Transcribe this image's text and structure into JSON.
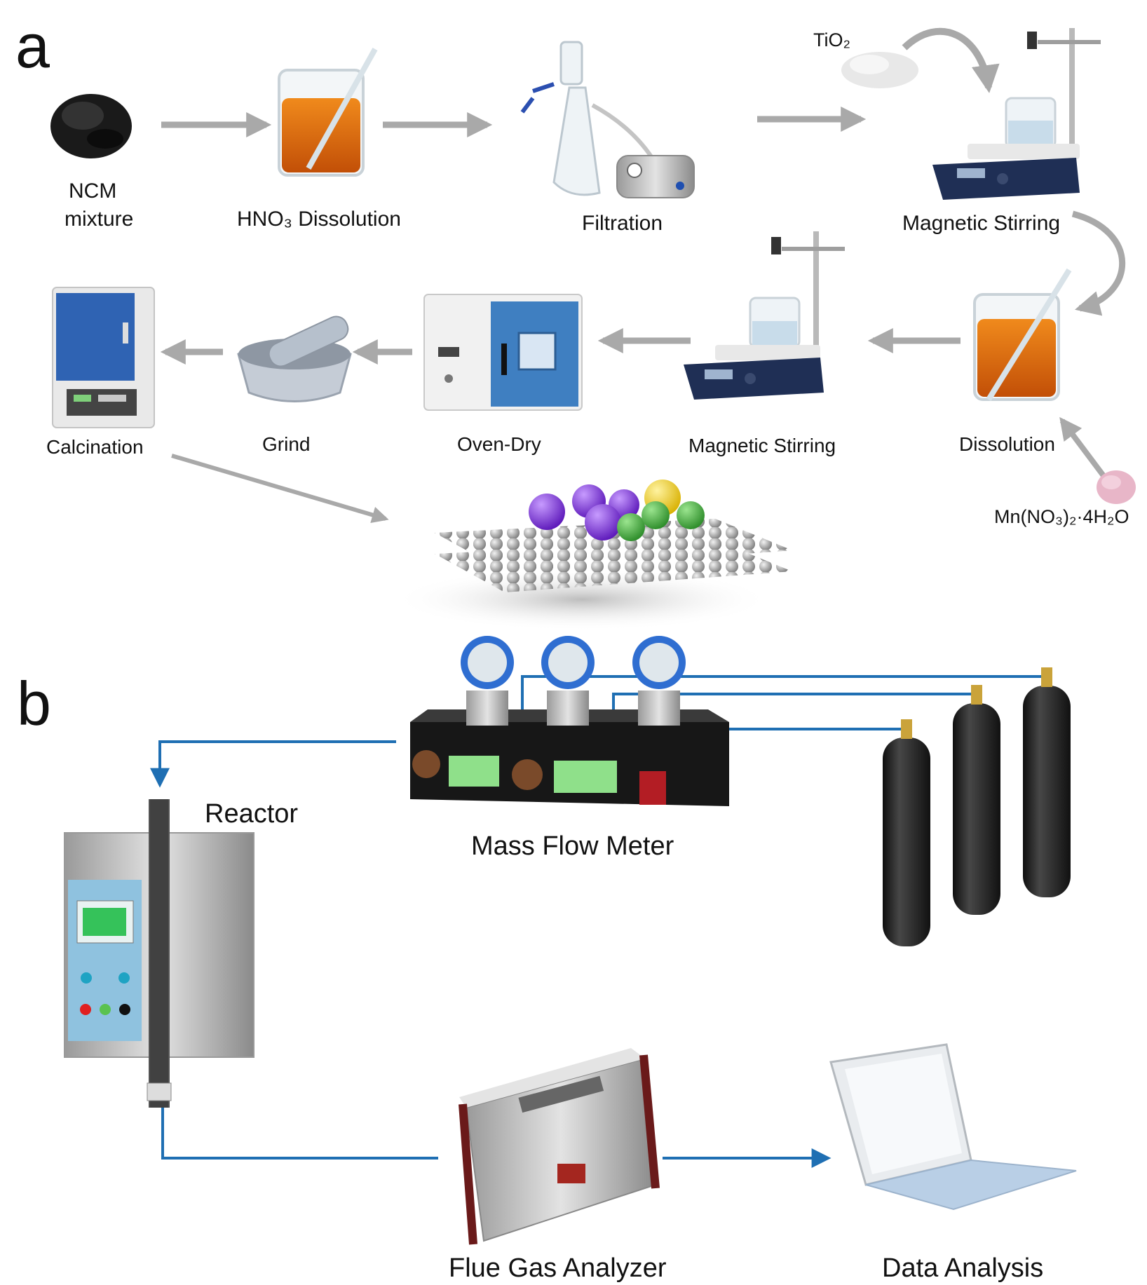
{
  "panels": {
    "a": "a",
    "b": "b"
  },
  "part_a": {
    "ncm_line1": "NCM",
    "ncm_line2": "mixture",
    "hno3": "HNO₃ Dissolution",
    "filtration": "Filtration",
    "tio2": "TiO₂",
    "stirring1": "Magnetic Stirring",
    "dissolution": "Dissolution",
    "mn_reagent": "Mn(NO₃)₂·4H₂O",
    "stirring2": "Magnetic Stirring",
    "oven_dry": "Oven-Dry",
    "grind": "Grind",
    "calcination": "Calcination"
  },
  "part_b": {
    "reactor": "Reactor",
    "mass_flow_meter": "Mass Flow Meter",
    "flue_gas_analyzer": "Flue Gas Analyzer",
    "data_analysis": "Data Analysis"
  },
  "colors": {
    "process_arrow": "#a9a9a9",
    "gas_line": "#1f6fb3",
    "acid_solution": "#d9620f",
    "ncm_powder": "#1a1a1a",
    "mn_powder": "#e8b6c8",
    "stirrer_base": "#1f2f55",
    "oven_door": "#3f7fc1",
    "furnace_door": "#2f63b3",
    "cylinder": "#1e1e1e",
    "atom_purple": "#7b2fd6",
    "atom_green": "#3fae3a",
    "atom_yellow": "#f3d21d",
    "support_atom": "#9c9c9c"
  }
}
